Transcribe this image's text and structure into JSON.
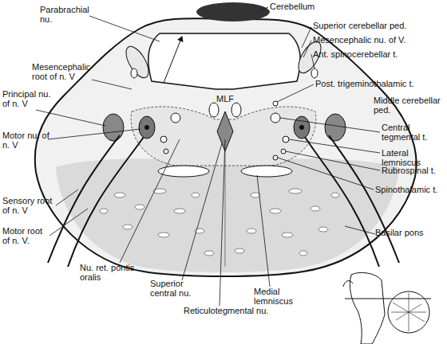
{
  "diagram": {
    "labels": [
      "Cerebellum",
      "Parabrachial nu.",
      "Superior cerebellar ped.",
      "Mesencephalic nu. of V.",
      "Ant. spinocerebellar t.",
      "Mesencephalic root of n. V",
      "MLF",
      "Principal nu. of n. V",
      "Motor nu. of n. V",
      "Post. trigeminothalamic t.",
      "Middle cerebellar ped.",
      "Central tegmental t.",
      "Lateral lemniscus",
      "Rubrospinal t.",
      "Spinothalamic t.",
      "Sensory root of n. V",
      "Motor root of n. V.",
      "Nu. ret. pontis oralis",
      "Basilar pons",
      "Superior central nu.",
      "Medial lemniscus",
      "Reticulotegmental nu."
    ]
  }
}
